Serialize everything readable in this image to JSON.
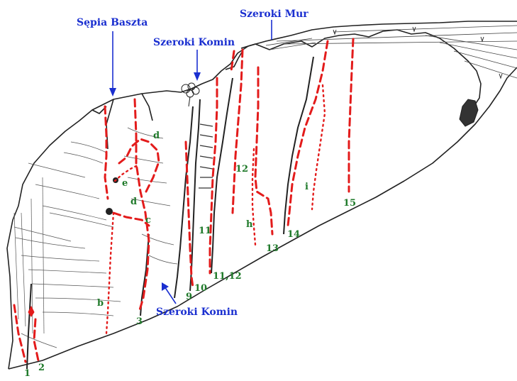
{
  "colors": {
    "place_label": "#1a2fd0",
    "route_label": "#1f7a2a",
    "route_line": "#e31b1b",
    "ink": "#222222"
  },
  "place_labels": {
    "sepia_baszta": "Sępia Baszta",
    "szeroki_komin_top": "Szeroki Komin",
    "szeroki_mur": "Szeroki Mur",
    "szeroki_komin_bottom": "Szeroki Komin"
  },
  "route_labels": {
    "r1": "1",
    "r2": "2",
    "r3": "3",
    "r9": "9",
    "r10": "10",
    "r11": "11",
    "r11_12": "11,12",
    "r12": "12",
    "r13": "13",
    "r14": "14",
    "r15": "15",
    "rb": "b",
    "rc": "c",
    "rd_upper": "d",
    "rd_lower": "d",
    "re": "e",
    "rh": "h",
    "ri": "i"
  }
}
